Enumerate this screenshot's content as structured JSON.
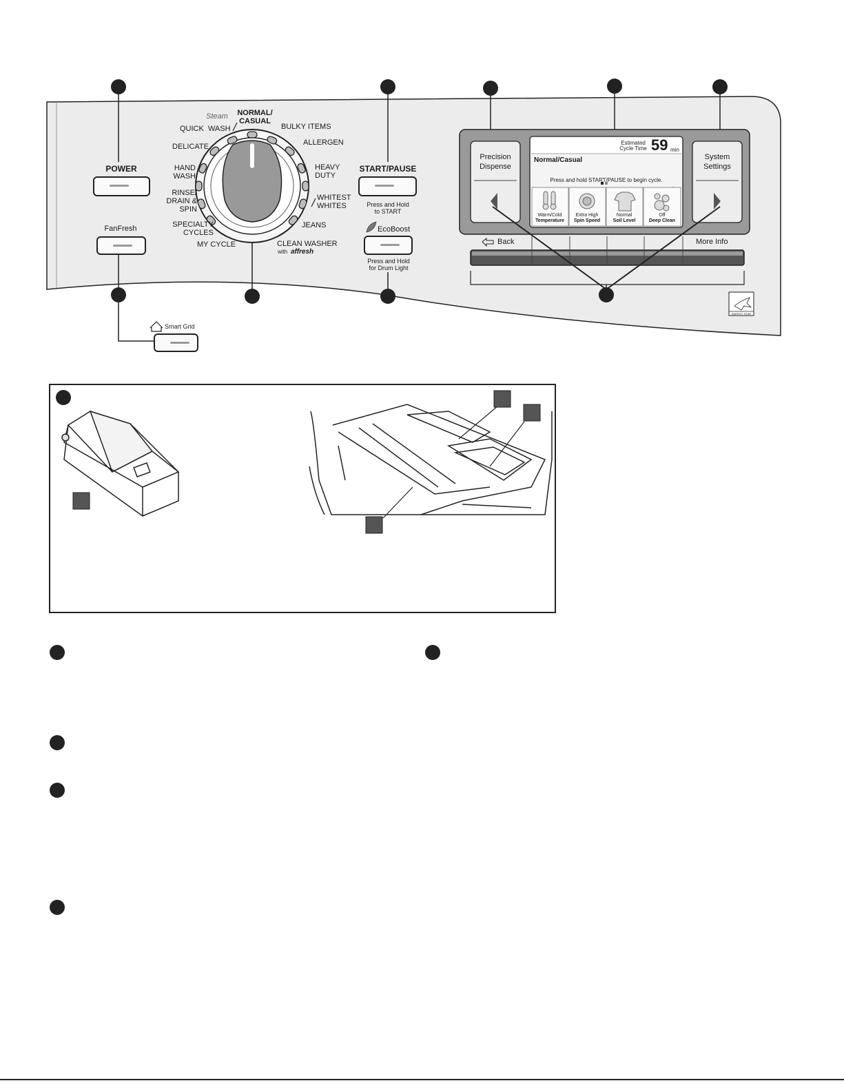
{
  "panel": {
    "power_label": "POWER",
    "fanfresh_label": "FanFresh",
    "smart_grid_label": "Smart Grid",
    "start_pause_label": "START/PAUSE",
    "start_pause_sub": "Press and Hold to START",
    "ecoboost_label": "EcoBoost",
    "ecoboost_sub": "Press and Hold for Drum Light",
    "energy_star_text": "ENERGY STAR"
  },
  "dial": {
    "steam_label": "Steam",
    "cycles": {
      "normal_casual": "NORMAL/ CASUAL",
      "quick_wash": "QUICK  WASH",
      "bulky_items": "BULKY ITEMS",
      "delicate": "DELICATE",
      "allergen": "ALLERGEN",
      "hand_wash": "HAND WASH",
      "heavy_duty": "HEAVY DUTY",
      "rinse_drain_spin": "RINSE/ DRAIN & SPIN",
      "whitest_whites": "WHITEST WHITES",
      "specialty_cycles": "SPECIALTY CYCLES",
      "jeans": "JEANS",
      "my_cycle": "MY CYCLE",
      "clean_washer": "CLEAN WASHER",
      "with": "with",
      "affresh": "affresh"
    }
  },
  "display": {
    "precision_dispense": "Precision Dispense",
    "system_settings": "System Settings",
    "estimated_label": "Estimated Cycle Time",
    "time_value": "59",
    "time_unit": "min",
    "cycle_name": "Normal/Casual",
    "instruction": "Press and hold START/PAUSE to begin cycle.",
    "tiles": [
      {
        "value": "Warm/Cold",
        "name": "Temperature",
        "icon": "thermometer-icon"
      },
      {
        "value": "Extra High",
        "name": "Spin Speed",
        "icon": "spin-speed-icon"
      },
      {
        "value": "Normal",
        "name": "Soil Level",
        "icon": "shirt-icon"
      },
      {
        "value": "Off",
        "name": "Deep Clean",
        "icon": "bubbles-icon"
      }
    ],
    "back_label": "Back",
    "more_info_label": "More Info"
  }
}
